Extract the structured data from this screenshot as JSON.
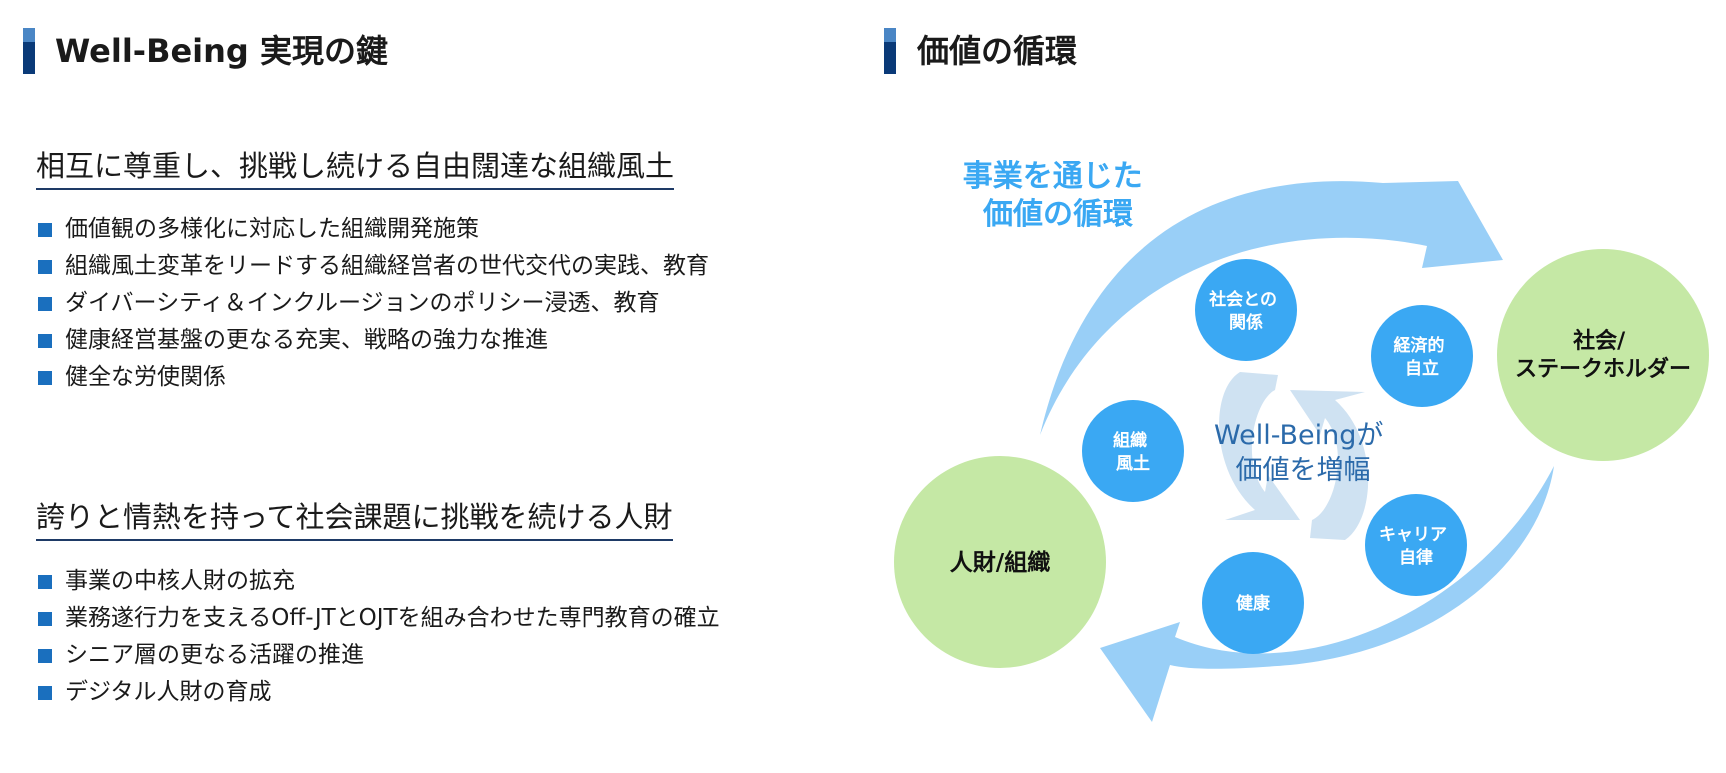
{
  "left": {
    "heading": "Well-Being 実現の鍵",
    "sections": [
      {
        "title": "相互に尊重し、挑戦し続ける自由闊達な組織風土",
        "items": [
          "価値観の多様化に対応した組織開発施策",
          "組織風土変革をリードする組織経営者の世代交代の実践、教育",
          "ダイバーシティ＆インクルージョンのポリシー浸透、教育",
          "健康経営基盤の更なる充実、戦略の強力な推進",
          "健全な労使関係"
        ]
      },
      {
        "title": "誇りと情熱を持って社会課題に挑戦を続ける人財",
        "items": [
          "事業の中核人財の拡充",
          "業務遂行力を支えるOff-JTとOJTを組み合わせた専門教育の確立",
          "シニア層の更なる活躍の推進",
          "デジタル人財の育成"
        ]
      }
    ]
  },
  "right": {
    "heading": "価値の循環",
    "cycle_label": [
      "事業を通じた",
      "価値の循環"
    ],
    "center_label": [
      "Well-Beingが",
      "価値を増幅"
    ],
    "nodes": {
      "society": [
        "社会/",
        "ステークホルダー"
      ],
      "people": [
        "人財/組織"
      ]
    },
    "small_nodes": [
      [
        "社会との",
        "関係"
      ],
      [
        "経済的",
        "自立"
      ],
      [
        "組織",
        "風土"
      ],
      [
        "キャリア",
        "自律"
      ],
      [
        "健康"
      ]
    ]
  },
  "colors": {
    "heading_bar_dark": "#0a3a78",
    "heading_bar_light": "#4a86c5",
    "bullet": "#1a6fbe",
    "big_arrow": "#99cff7",
    "small_circle": "#3aa8f3",
    "green_circle": "#c5e8a5",
    "cycle_text": "#3aa8f3",
    "center_text": "#2b6aaa",
    "inner_arrow": "#cfe2f2"
  }
}
